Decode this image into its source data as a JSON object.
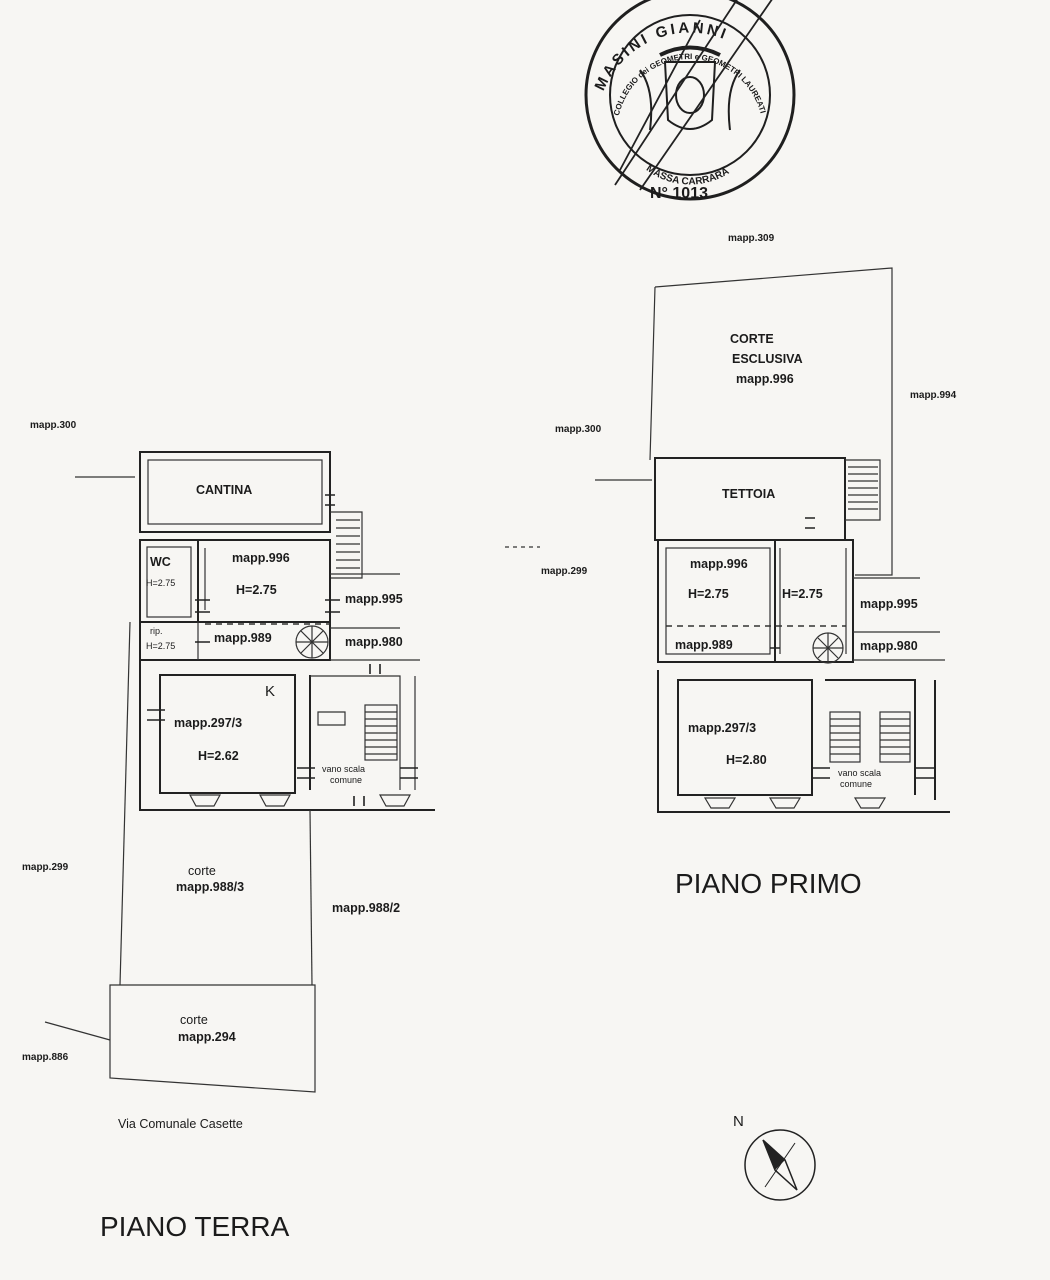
{
  "stamp": {
    "name": "MASINI GIANNI",
    "college": "COLLEGIO dei GEOMETRI e GEOMETRI LAUREATI",
    "city": "MASSA CARRARA",
    "number": "N° 1013"
  },
  "ground_floor": {
    "title": "PIANO TERRA",
    "street": "Via Comunale Casette",
    "rooms": {
      "cantina": "CANTINA",
      "wc": "WC",
      "wc_height": "H=2.75",
      "main_mapp": "mapp.996",
      "main_height": "H=2.75",
      "rip": "rip.",
      "rip_height": "H=2.75",
      "mapp989": "mapp.989",
      "kitchen_marker": "K",
      "mapp297": "mapp.297/3",
      "height_262": "H=2.62",
      "vano_scala_1": "vano scala",
      "vano_scala_2": "comune",
      "corte1_label": "corte",
      "corte1_mapp": "mapp.988/3",
      "corte2_label": "corte",
      "corte2_mapp": "mapp.294"
    },
    "neighbours": {
      "mapp300": "mapp.300",
      "mapp995": "mapp.995",
      "mapp980": "mapp.980",
      "mapp299": "mapp.299",
      "mapp988_2": "mapp.988/2",
      "mapp886": "mapp.886"
    }
  },
  "first_floor": {
    "title": "PIANO PRIMO",
    "rooms": {
      "corte_1": "CORTE",
      "corte_2": "ESCLUSIVA",
      "corte_mapp": "mapp.996",
      "tettoia": "TETTOIA",
      "mapp996": "mapp.996",
      "height_a": "H=2.75",
      "height_b": "H=2.75",
      "mapp989": "mapp.989",
      "mapp297": "mapp.297/3",
      "height_280": "H=2.80",
      "vano_scala_1": "vano scala",
      "vano_scala_2": "comune"
    },
    "neighbours": {
      "mapp309": "mapp.309",
      "mapp994": "mapp.994",
      "mapp300": "mapp.300",
      "mapp299": "mapp.299",
      "mapp995": "mapp.995",
      "mapp980": "mapp.980"
    }
  },
  "compass": {
    "north": "N"
  }
}
